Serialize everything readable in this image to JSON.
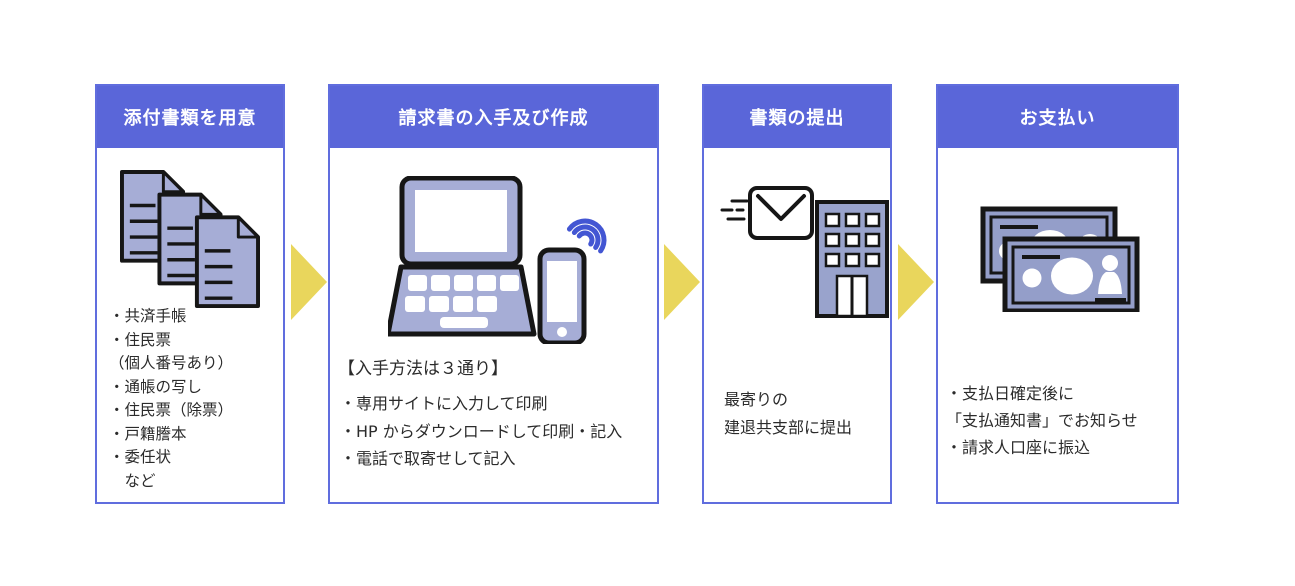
{
  "colors": {
    "header_bg": "#5a66d9",
    "card_border": "#606dde",
    "icon_fill": "#a6add6",
    "building_fill": "#99a3cc",
    "bill_fill": "#949ec9",
    "arrow_yellow": "#e9d65c",
    "wifi_blue": "#4356d3",
    "outline": "#161616",
    "text": "#2b2b2b",
    "header_text": "#ffffff"
  },
  "steps": [
    {
      "title": "添付書類を用意",
      "icon": "documents-icon",
      "lines": [
        "・共済手帳",
        "・住民票",
        "（個人番号あり）",
        "・通帳の写し",
        "・住民票（除票）",
        "・戸籍謄本",
        "・委任状",
        "　など"
      ]
    },
    {
      "title": "請求書の入手及び作成",
      "icon": "laptop-smartphone-icon",
      "heading": "【入手方法は３通り】",
      "lines": [
        "・専用サイトに入力して印刷",
        "・HP からダウンロードして印刷・記入",
        "・電話で取寄せして記入"
      ]
    },
    {
      "title": "書類の提出",
      "icon": "mail-building-icon",
      "lines": [
        "最寄りの",
        "建退共支部に提出"
      ]
    },
    {
      "title": "お支払い",
      "icon": "banknotes-icon",
      "lines": [
        "・支払日確定後に",
        "「支払通知書」でお知らせ",
        "・請求人口座に振込"
      ]
    }
  ]
}
